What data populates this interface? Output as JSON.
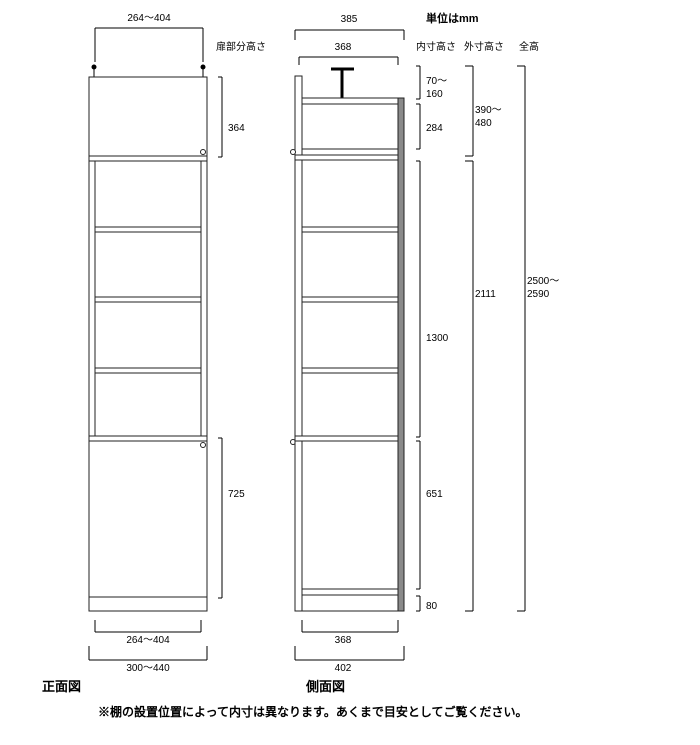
{
  "unit": "単位はmm",
  "headers": {
    "door_height": "扉部分高さ",
    "inner_height": "内寸高さ",
    "outer_height": "外寸高さ",
    "total_height": "全高"
  },
  "front": {
    "top_width": "264～404",
    "door_top": "364",
    "door_bottom": "725",
    "inner_width": "264～404",
    "outer_width": "300～440",
    "caption": "正面図"
  },
  "side": {
    "top_outer": "385",
    "top_inner": "368",
    "adjuster": "70～\n160",
    "upper_inner": "284",
    "middle_inner": "1300",
    "lower_inner": "651",
    "plinth": "80",
    "upper_outer": "390～\n480",
    "lower_outer": "2111",
    "total": "2500～\n2590",
    "bottom_inner": "368",
    "bottom_outer": "402",
    "caption": "側面図"
  },
  "note": "※棚の設置位置によって内寸は異なります。あくまで目安としてご覧ください。"
}
